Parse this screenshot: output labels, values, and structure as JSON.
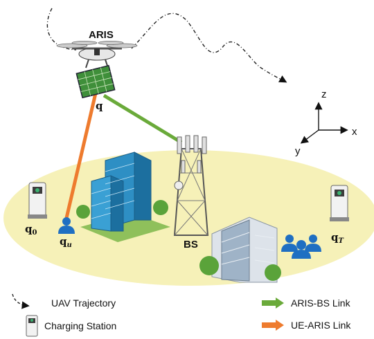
{
  "labels": {
    "aris": "ARIS",
    "bs": "BS",
    "q": "q",
    "q0": "q",
    "q0_sub": "0",
    "qu": "q",
    "qu_sub": "u",
    "qT": "q",
    "qT_sub": "T"
  },
  "axes": {
    "z": "z",
    "x": "x",
    "y": "y"
  },
  "legend": {
    "trajectory": "UAV Trajectory",
    "charging": "Charging Station",
    "aris_bs": "ARIS-BS Link",
    "ue_aris": "UE-ARIS Link"
  },
  "colors": {
    "ground": "#f6f1b8",
    "aris_bs_link": "#6aaa3a",
    "ue_aris_link": "#ee7b2e",
    "user": "#1f6fc2",
    "building_glass": "#2e8fc4"
  }
}
